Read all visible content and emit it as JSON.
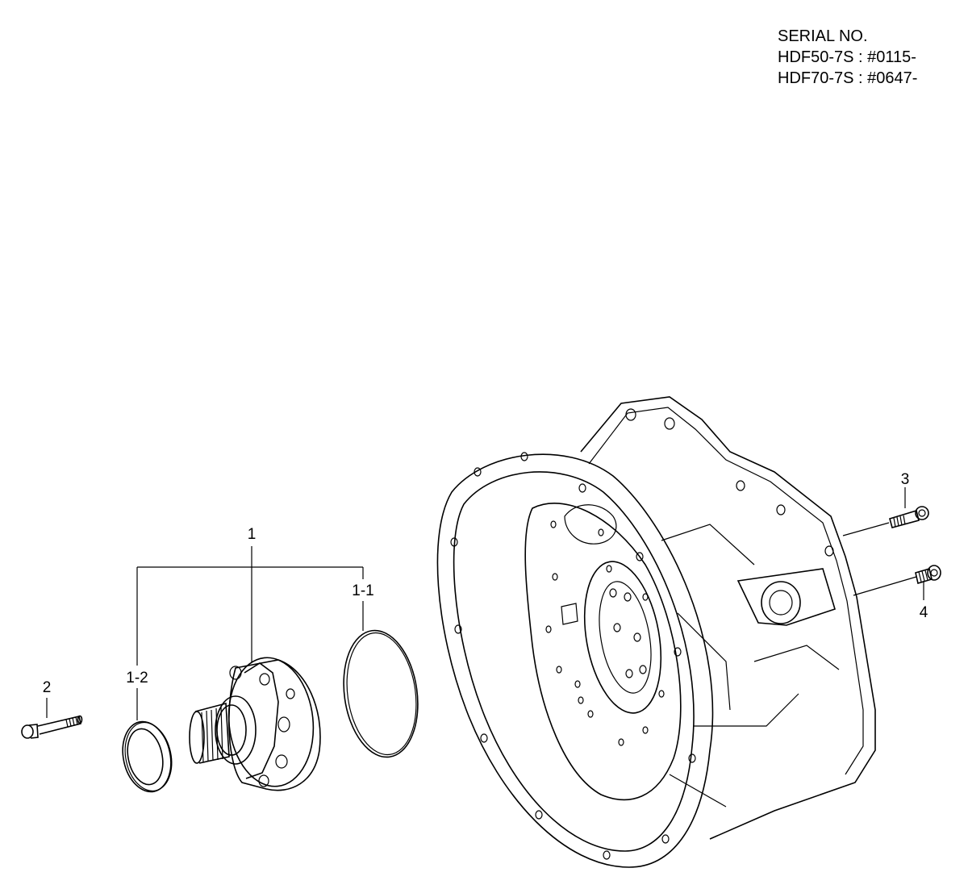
{
  "serial": {
    "heading": "SERIAL NO.",
    "line1": "HDF50-7S : #0115-",
    "line2": "HDF70-7S : #0647-"
  },
  "callouts": {
    "part_1": "1",
    "part_1_1": "1-1",
    "part_1_2": "1-2",
    "part_2": "2",
    "part_3": "3",
    "part_4": "4"
  }
}
